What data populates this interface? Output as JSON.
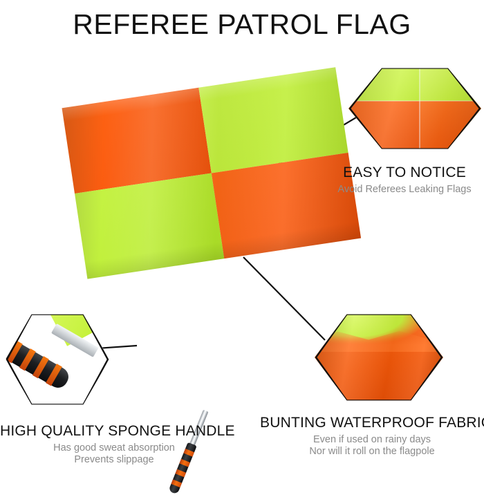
{
  "title": "REFEREE PATROL FLAG",
  "colors": {
    "orange": "#fa5f12",
    "orange_dark": "#e14d08",
    "green": "#c3f03c",
    "green_dark": "#a9e02a",
    "handle_black": "#1b1c1e",
    "handle_orange": "#ef6a10",
    "pole_silver": "#d7dbde",
    "line": "#111111",
    "caption_head": "#111111",
    "caption_sub": "#8a8a8a",
    "background": "#ffffff"
  },
  "callouts": [
    {
      "id": "easy-to-notice",
      "heading": "EASY TO NOTICE",
      "subtext": [
        "Avoid Referees Leaking Flags"
      ],
      "thumb": "flag-corner-closeup"
    },
    {
      "id": "bunting-waterproof-fabric",
      "heading": "BUNTING WATERPROOF FABRIC",
      "subtext": [
        "Even if used on rainy days",
        "Nor will it roll on the flagpole"
      ],
      "thumb": "fabric-closeup"
    },
    {
      "id": "high-quality-sponge-handle",
      "heading": "HIGH QUALITY SPONGE HANDLE",
      "subtext": [
        "Has good sweat absorption",
        "Prevents slippage"
      ],
      "thumb": "handle-closeup"
    }
  ],
  "product": {
    "name": "referee-patrol-flag",
    "quadrants": [
      "orange",
      "green",
      "green",
      "orange"
    ],
    "handle_bands": 4
  }
}
